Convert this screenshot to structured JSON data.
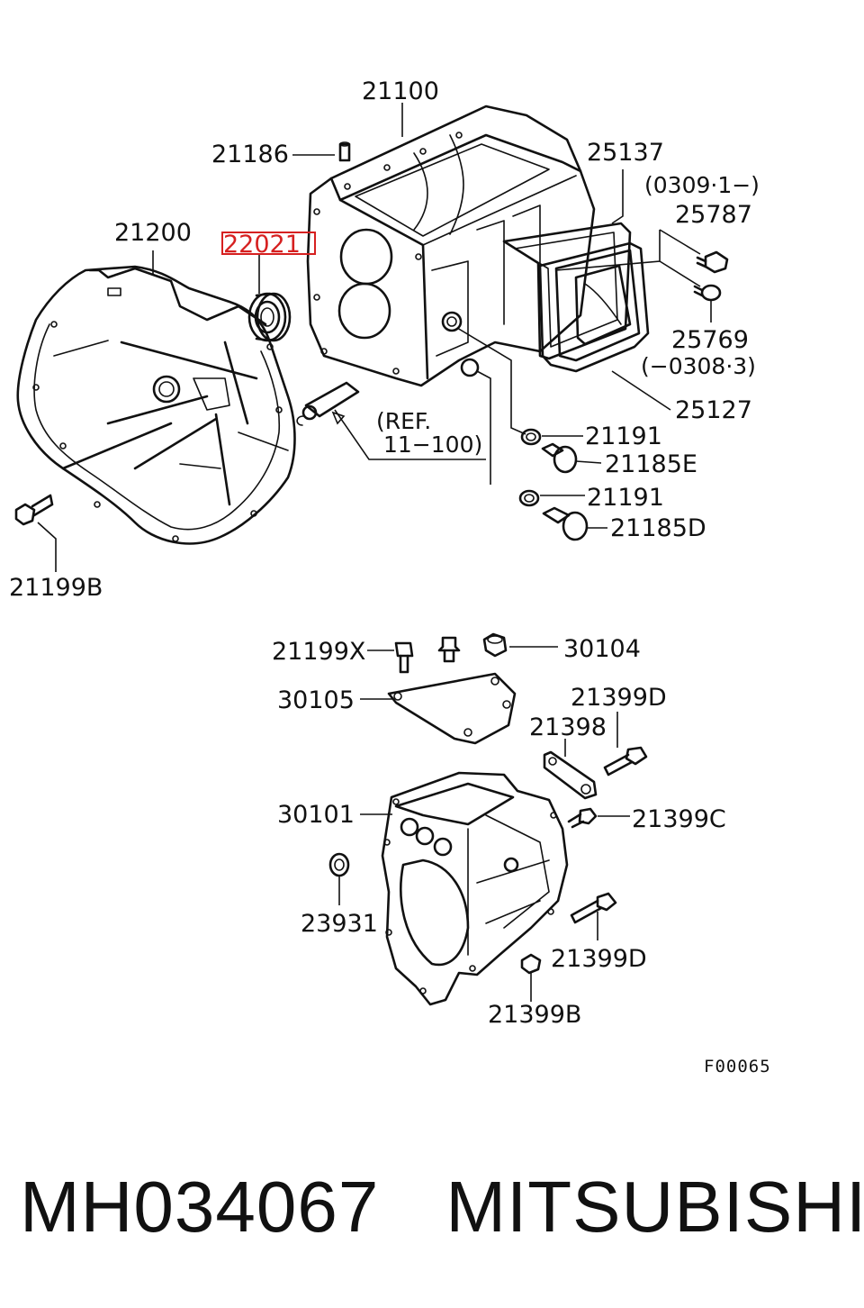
{
  "labels": {
    "p21100": "21100",
    "p21186": "21186",
    "p25137": "25137",
    "p25137_note": "(0309·1−)",
    "p25787": "25787",
    "p21200": "21200",
    "p22021": "22021",
    "p25769": "25769",
    "p25769_note": "(−0308·3)",
    "p25127": "25127",
    "ref_line1": "(REF.",
    "ref_line2": "11−100)",
    "p21191_a": "21191",
    "p21185E": "21185E",
    "p21191_b": "21191",
    "p21185D": "21185D",
    "p21199B": "21199B",
    "p21199X": "21199X",
    "p30104": "30104",
    "p30105": "30105",
    "p21399D_a": "21399D",
    "p21398": "21398",
    "p30101": "30101",
    "p21399C": "21399C",
    "p23931": "23931",
    "p21399D_b": "21399D",
    "p21399B": "21399B"
  },
  "figure_code": "F00065",
  "footer": {
    "part_number": "MH034067",
    "brand": "MITSUBISHI"
  },
  "highlight_color": "#d62020"
}
